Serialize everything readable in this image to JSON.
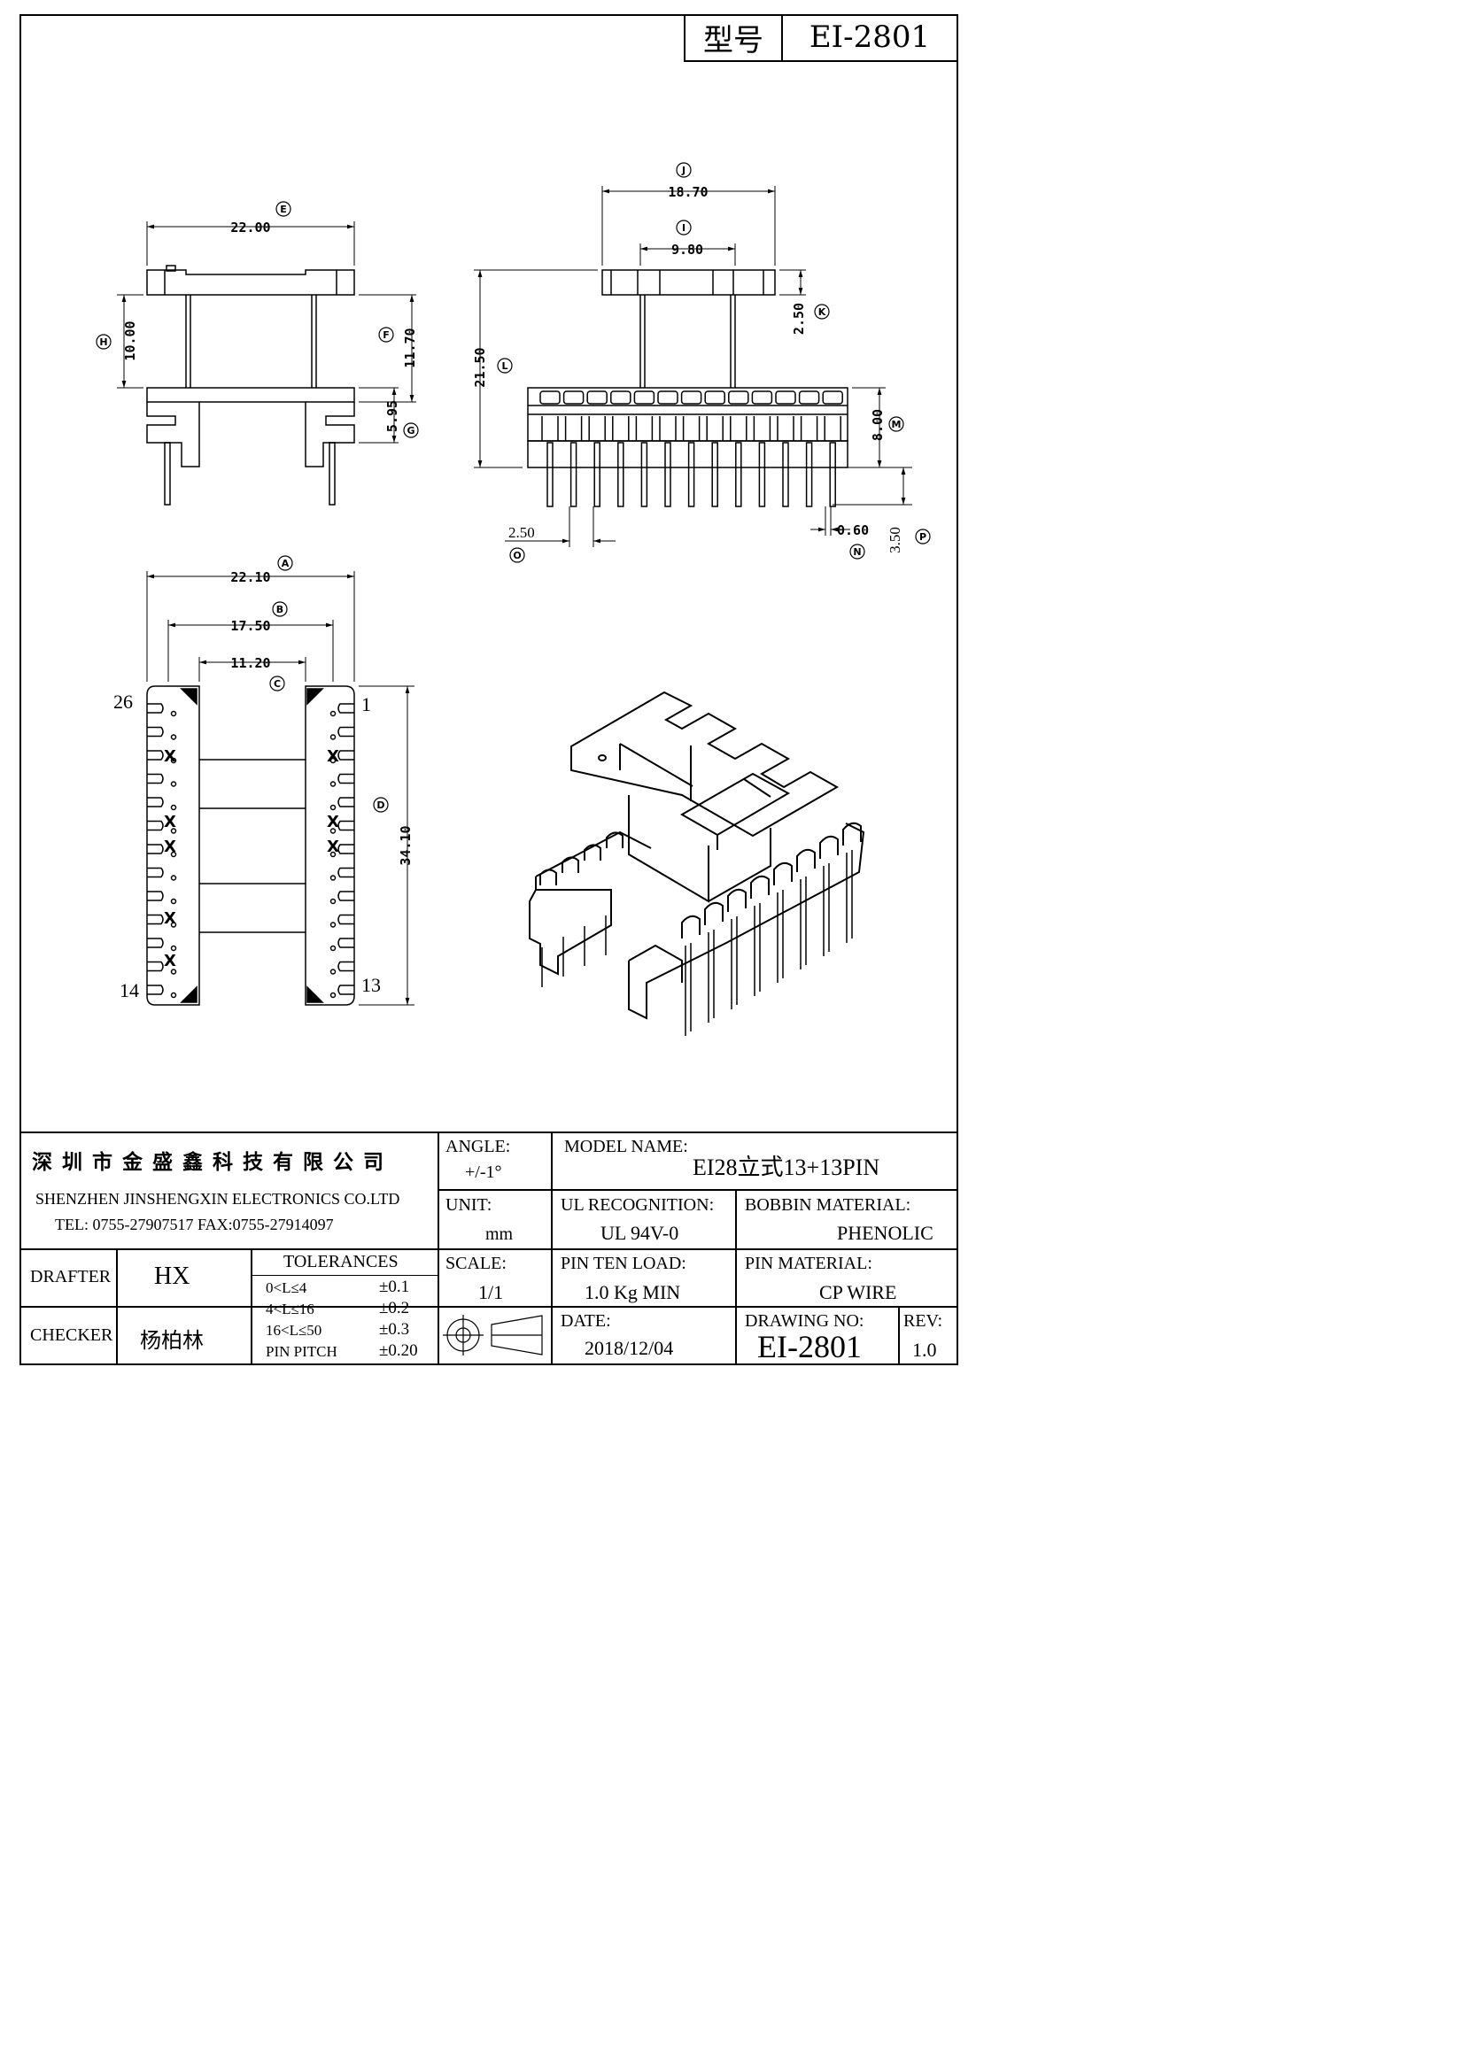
{
  "header": {
    "label": "型号",
    "value": "EI-2801"
  },
  "dimensions": {
    "E": {
      "letter": "E",
      "value": "22.00"
    },
    "J": {
      "letter": "J",
      "value": "18.70"
    },
    "I": {
      "letter": "I",
      "value": "9.80"
    },
    "K": {
      "letter": "K",
      "value": "2.50"
    },
    "H": {
      "letter": "H",
      "value": "10.00"
    },
    "F": {
      "letter": "F",
      "value": "11.70"
    },
    "L": {
      "letter": "L",
      "value": "21.50"
    },
    "G": {
      "letter": "G",
      "value": "5.95"
    },
    "M": {
      "letter": "M",
      "value": "8.00"
    },
    "O": {
      "letter": "O",
      "value": "2.50"
    },
    "N": {
      "letter": "N",
      "value": "0.60"
    },
    "P": {
      "letter": "P",
      "value": "3.50"
    },
    "A": {
      "letter": "A",
      "value": "22.10"
    },
    "B": {
      "letter": "B",
      "value": "17.50"
    },
    "C": {
      "letter": "C",
      "value": "11.20"
    },
    "D": {
      "letter": "D",
      "value": "34.10"
    }
  },
  "pins": {
    "p26": "26",
    "p1": "1",
    "p14": "14",
    "p13": "13",
    "x": "X"
  },
  "title_block": {
    "company_cn": "深圳市金盛鑫科技有限公司",
    "company_en": "SHENZHEN JINSHENGXIN ELECTRONICS CO.LTD",
    "contact": "TEL: 0755-27907517 FAX:0755-27914097",
    "angle_label": "ANGLE:",
    "angle_value": "+/-1°",
    "model_label": "MODEL NAME:",
    "model_value": "EI28立式13+13PIN",
    "unit_label": "UNIT:",
    "unit_value": "mm",
    "ul_label": "UL RECOGNITION:",
    "ul_value": "UL 94V-0",
    "bobbin_label": "BOBBIN MATERIAL:",
    "bobbin_value": "PHENOLIC",
    "drafter_label": "DRAFTER",
    "drafter_value": "HX",
    "tolerances_label": "TOLERANCES",
    "tol": [
      {
        "range": "0<L≤4",
        "value": "±0.1"
      },
      {
        "range": "4<L≤16",
        "value": "±0.2"
      },
      {
        "range": "16<L≤50",
        "value": "±0.3"
      },
      {
        "range": "PIN PITCH",
        "value": "±0.20"
      }
    ],
    "scale_label": "SCALE:",
    "scale_value": "1/1",
    "pin_load_label": "PIN TEN LOAD:",
    "pin_load_value": "1.0 Kg MIN",
    "pin_material_label": "PIN MATERIAL:",
    "pin_material_value": "CP WIRE",
    "checker_label": "CHECKER",
    "checker_value": "杨柏林",
    "date_label": "DATE:",
    "date_value": "2018/12/04",
    "drawing_no_label": "DRAWING NO:",
    "drawing_no_value": "EI-2801",
    "rev_label": "REV:",
    "rev_value": "1.0"
  }
}
